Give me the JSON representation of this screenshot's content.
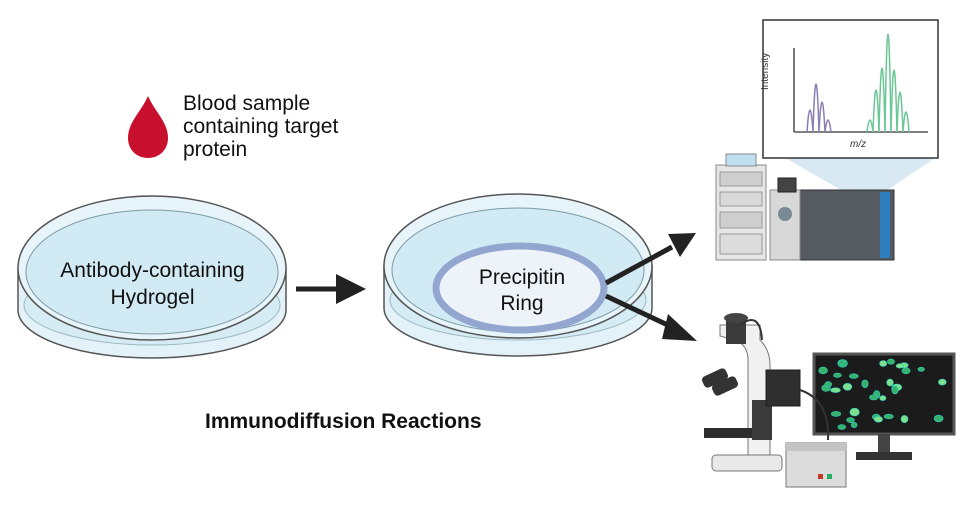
{
  "blood_label": [
    "Blood sample",
    "containing target",
    "protein"
  ],
  "dish1_label": [
    "Antibody-containing",
    "Hydrogel"
  ],
  "ring_label": [
    "Precipitin",
    "Ring"
  ],
  "caption": "Immunodiffusion Reactions",
  "spectrum": {
    "ylabel": "Intensity",
    "xlabel": "m/z"
  },
  "colors": {
    "blood": "#c8102e",
    "dish_fill": "#d9eef6",
    "dish_stroke": "#4a4a4a",
    "ring": "#93a6cf",
    "arrow": "#222222",
    "peaks_left": "#8a7fb5",
    "peaks_right": "#6cc796"
  }
}
